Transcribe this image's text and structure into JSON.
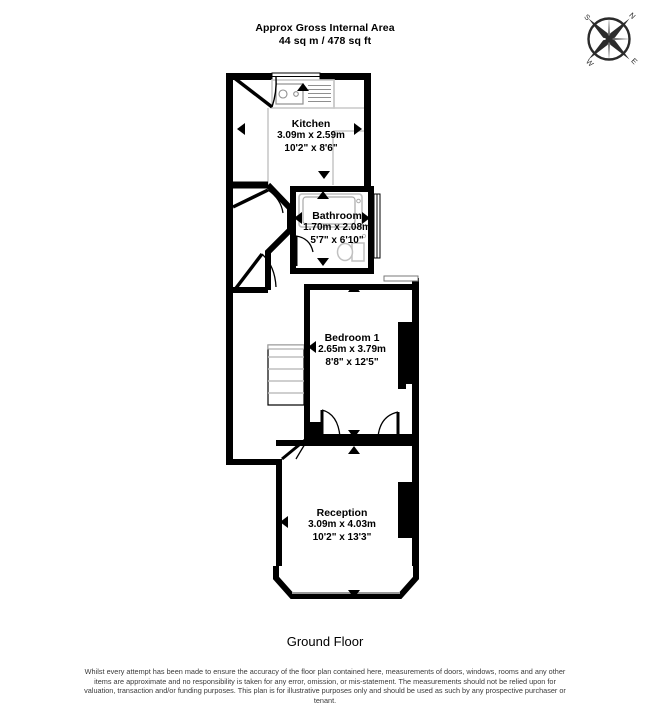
{
  "header": {
    "area_title": "Approx Gross Internal Area",
    "area_value": "44 sq m / 478 sq ft"
  },
  "compass": {
    "name": "compass-rose",
    "north": "N",
    "east": "E",
    "south": "S",
    "west": "W",
    "rotation_deg": 45
  },
  "floor": {
    "title": "Ground Floor"
  },
  "rooms": [
    {
      "id": "kitchen",
      "name": "Kitchen",
      "dim_metric": "3.09m x 2.59m",
      "dim_imperial": "10'2\" x 8'6\""
    },
    {
      "id": "bathroom",
      "name": "Bathroom",
      "dim_metric": "1.70m x 2.08m",
      "dim_imperial": "5'7\" x 6'10\""
    },
    {
      "id": "bedroom1",
      "name": "Bedroom 1",
      "dim_metric": "2.65m x 3.79m",
      "dim_imperial": "8'8\" x 12'5\""
    },
    {
      "id": "reception",
      "name": "Reception",
      "dim_metric": "3.09m x 4.03m",
      "dim_imperial": "10'2\" x 13'3\""
    }
  ],
  "disclaimer": {
    "text": "Whilst every attempt has been made to ensure the accuracy of the floor plan contained here, measurements of doors, windows, rooms and any other items are approximate and no responsibility is taken for any error, omission, or mis-statement. The measurements should not be relied upon for valuation, transaction and/or funding purposes. This plan is for illustrative purposes only and should be used as such by any prospective purchaser or tenant."
  },
  "colors": {
    "wall": "#000000",
    "fixture_outline": "#bdbdbd",
    "background": "#ffffff",
    "text": "#000000",
    "disclaimer_text": "#3a3a3a"
  }
}
